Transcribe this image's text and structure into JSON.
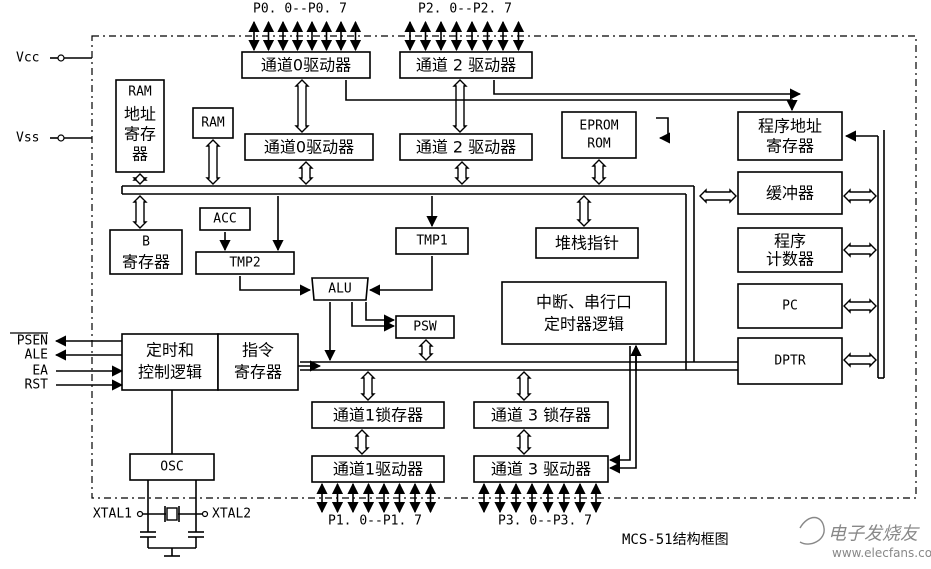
{
  "labels": {
    "vcc": "Vcc",
    "vss": "Vss",
    "p0": "P0. 0--P0. 7",
    "p2": "P2. 0--P2. 7",
    "p1": "P1. 0--P1. 7",
    "p3": "P3. 0--P3. 7",
    "psen": "PSEN",
    "ale": "ALE",
    "ea": "EA",
    "rst": "RST",
    "xtal1": "XTAL1",
    "xtal2": "XTAL2",
    "caption": "MCS-51结构框图"
  },
  "blocks": {
    "ch0_drv_top": "通道0驱动器",
    "ch2_drv_top": "通道 2 驱动器",
    "ch0_drv_mid": "通道0驱动器",
    "ch2_drv_mid": "通道 2 驱动器",
    "ram_addr_reg": [
      "RAM",
      "地址",
      "寄存",
      "器"
    ],
    "ram": "RAM",
    "eprom_rom": [
      "EPROM",
      "ROM"
    ],
    "prog_addr_reg": [
      "程序地址",
      "寄存器"
    ],
    "buffer": "缓冲器",
    "prog_counter": [
      "程序",
      "计数器"
    ],
    "pc": "PC",
    "dptr": "DPTR",
    "b_reg": [
      "B",
      "寄存器"
    ],
    "acc": "ACC",
    "tmp2": "TMP2",
    "tmp1": "TMP1",
    "stack_ptr": "堆栈指针",
    "alu": "ALU",
    "psw": "PSW",
    "interrupt": [
      "中断、串行口",
      "定时器逻辑"
    ],
    "timing_ctrl": [
      "定时和",
      "控制逻辑"
    ],
    "instr_reg": [
      "指令",
      "寄存器"
    ],
    "ch1_latch": "通道1锁存器",
    "ch3_latch": "通道 3 锁存器",
    "ch1_drv": "通道1驱动器",
    "ch3_drv": "通道 3 驱动器",
    "osc": "OSC"
  },
  "watermark": {
    "brand": "电子发烧友",
    "site": "www.elecfans.com"
  }
}
